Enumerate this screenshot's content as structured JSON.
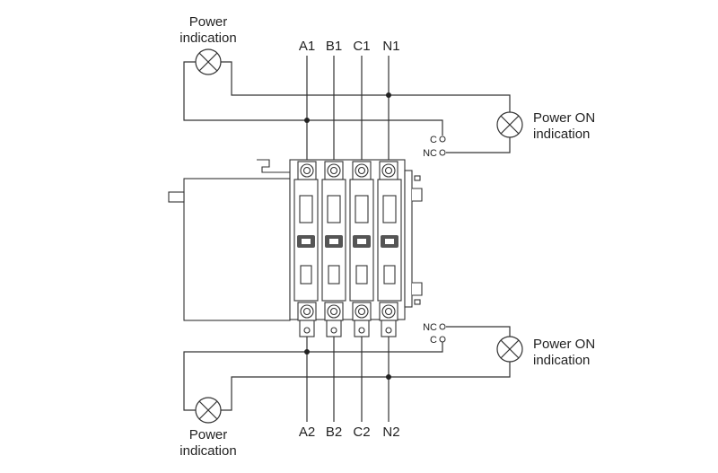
{
  "labels": {
    "top_power_line1": "Power",
    "top_power_line2": "indication",
    "bottom_power_line1": "Power",
    "bottom_power_line2": "indication",
    "top_on_line1": "Power ON",
    "top_on_line2": "indication",
    "bottom_on_line1": "Power ON",
    "bottom_on_line2": "indication",
    "top_c": "C",
    "top_nc": "NC",
    "bottom_nc": "NC",
    "bottom_c": "C"
  },
  "phases_top": [
    "A1",
    "B1",
    "C1",
    "N1"
  ],
  "phases_bottom": [
    "A2",
    "B2",
    "C2",
    "N2"
  ],
  "colors": {
    "line": "#333333",
    "device_fill": "#ffffff"
  }
}
